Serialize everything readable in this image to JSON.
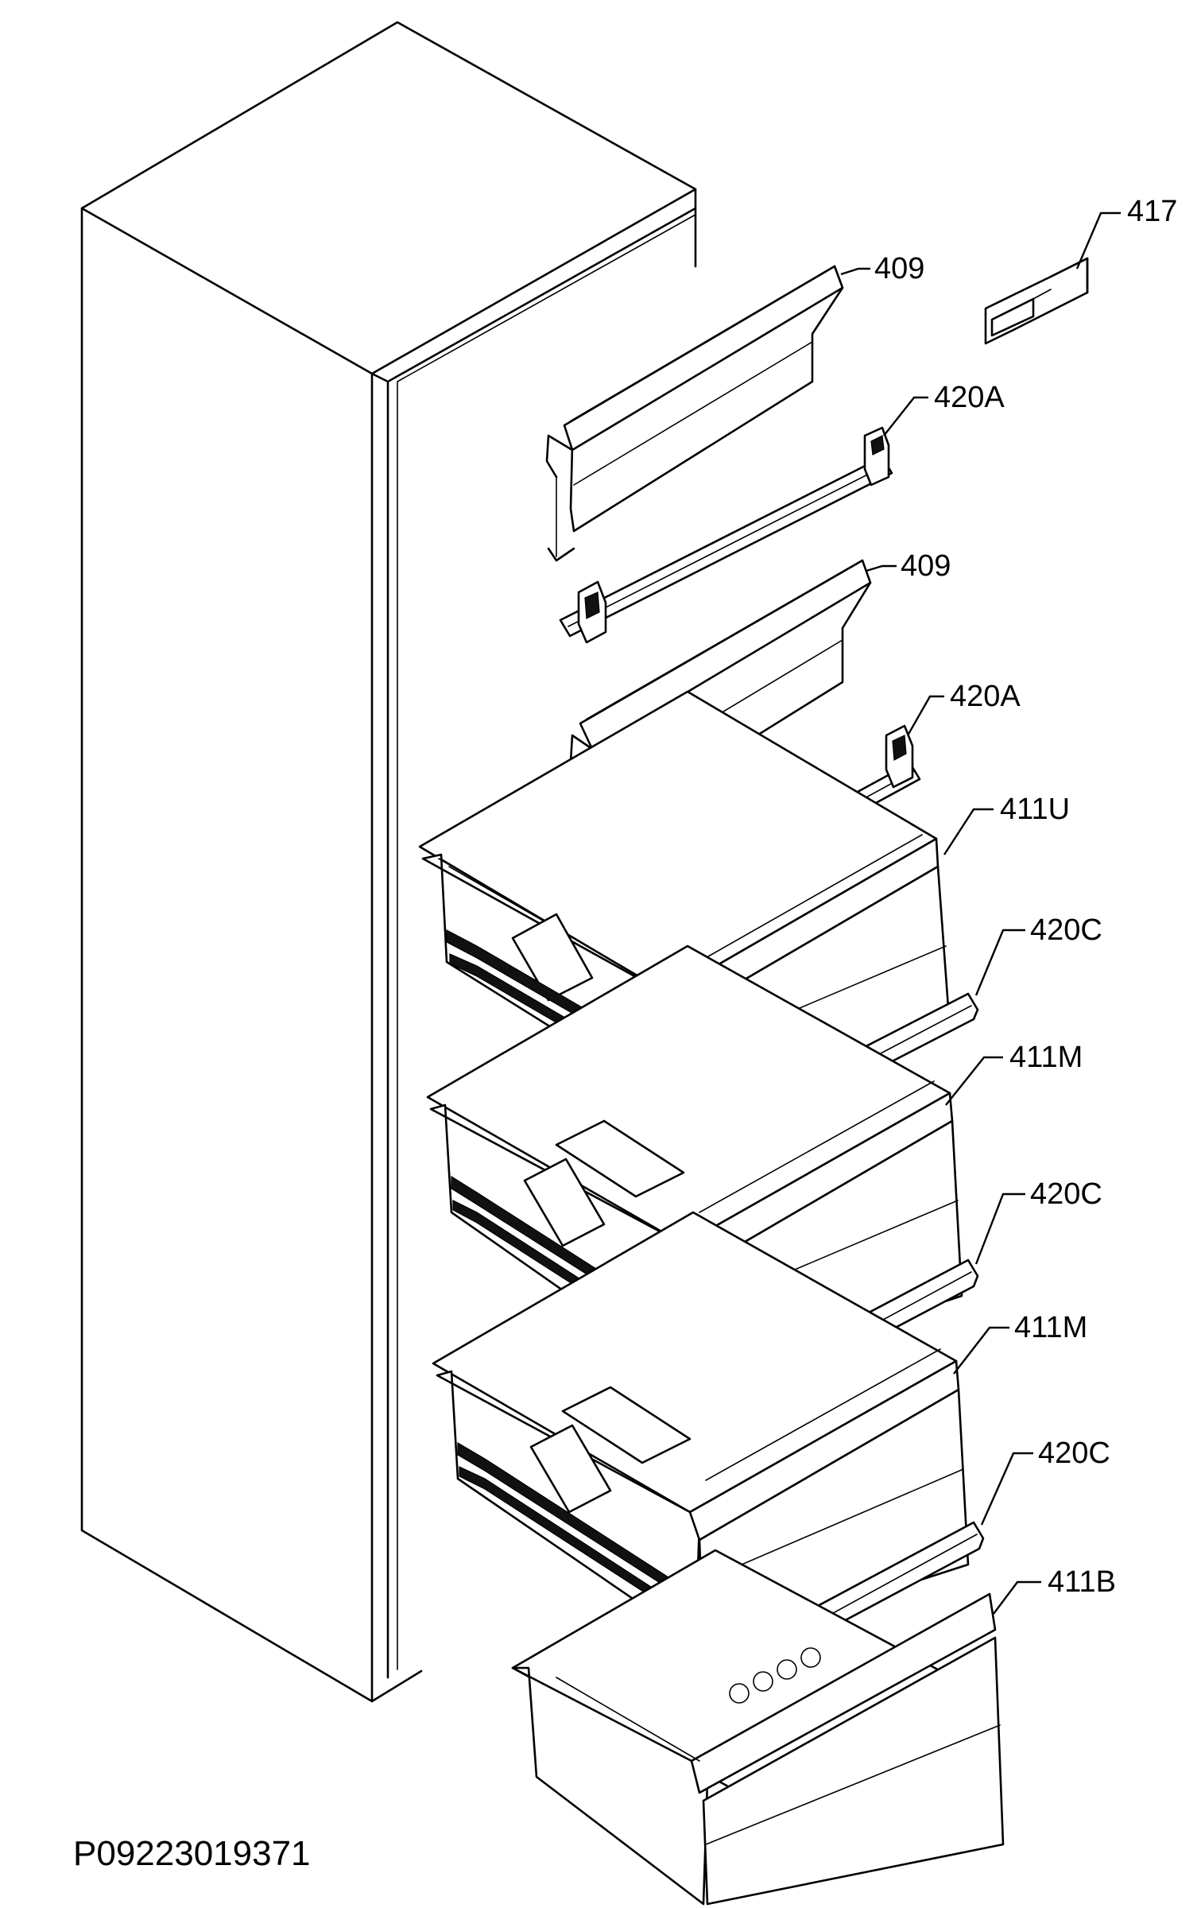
{
  "diagram": {
    "document_id": "P09223019371",
    "callouts": {
      "c417": "417",
      "c409_top": "409",
      "c420A_top": "420A",
      "c409_mid": "409",
      "c420A_mid": "420A",
      "c411U": "411U",
      "c420C_1": "420C",
      "c411M_1": "411M",
      "c420C_2": "420C",
      "c411M_2": "411M",
      "c420C_3": "420C",
      "c411B": "411B"
    }
  }
}
